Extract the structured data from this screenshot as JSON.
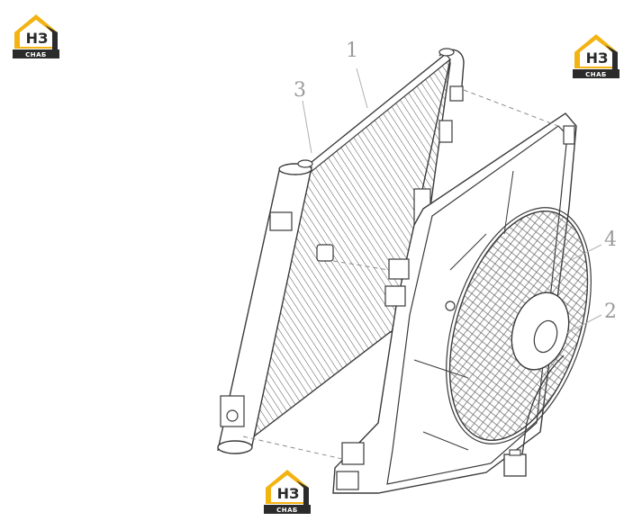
{
  "logos": [
    {
      "mark": "НЗ",
      "text": "СНАБ"
    },
    {
      "mark": "НЗ",
      "text": "СНАБ"
    },
    {
      "mark": "НЗ",
      "text": "СНАБ"
    }
  ],
  "callouts": {
    "one": "1",
    "two": "2",
    "three": "3",
    "four": "4"
  },
  "colors": {
    "logo_yellow": "#f2b313",
    "logo_dark": "#2b2b2b",
    "line": "#3a3a3a",
    "leader": "#b0b0b0"
  }
}
